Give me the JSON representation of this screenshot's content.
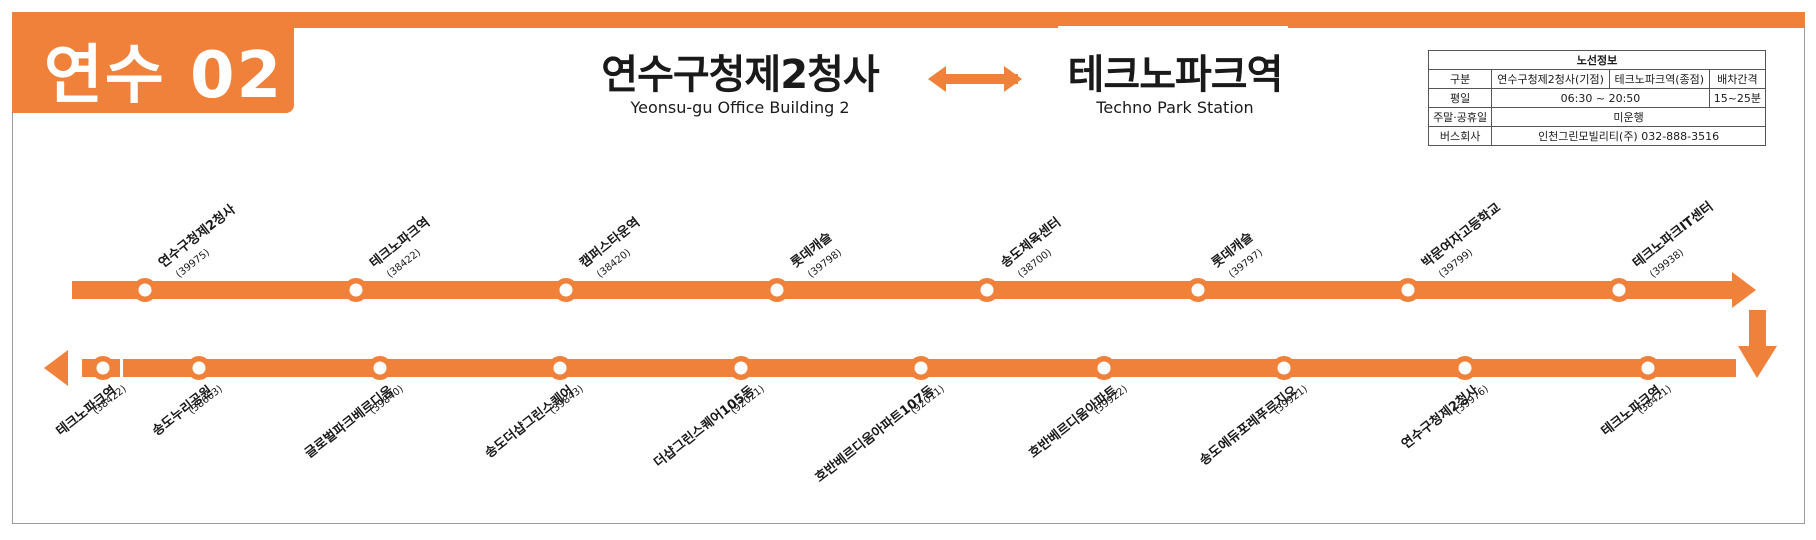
{
  "route": {
    "name": "연수 02"
  },
  "terminals": {
    "from_ko": "연수구청제2청사",
    "from_en": "Yeonsu-gu Office Building 2",
    "to_ko": "테크노파크역",
    "to_en": "Techno Park Station"
  },
  "info_table": {
    "title": "노선정보",
    "rows": [
      [
        "구분",
        "연수구청제2청사(기점)",
        "테크노파크역(종점)",
        "배차간격"
      ],
      [
        "평일",
        "06:30 ~ 20:50",
        "15~25분"
      ],
      [
        "주말·공휴일",
        "미운행"
      ],
      [
        "버스회사",
        "인천그린모빌리티(주) 032-888-3516"
      ]
    ]
  },
  "colors": {
    "accent": "#f0813a",
    "text": "#1a1a1a",
    "border": "#9a9a9a"
  },
  "icons": {
    "direction": "double-arrow-icon",
    "turn": "down-arrow-icon"
  },
  "stops_outbound": [
    {
      "name": "연수구청제2청사",
      "code": "(39975)"
    },
    {
      "name": "테크노파크역",
      "code": "(38422)"
    },
    {
      "name": "캠퍼스타운역",
      "code": "(38420)"
    },
    {
      "name": "롯데캐슬",
      "code": "(39798)"
    },
    {
      "name": "송도체육센터",
      "code": "(38700)"
    },
    {
      "name": "롯데캐슬",
      "code": "(39797)"
    },
    {
      "name": "박문여자고등학교",
      "code": "(39799)"
    },
    {
      "name": "테크노파크IT센터",
      "code": "(39938)"
    }
  ],
  "stops_inbound": [
    {
      "name": "테크노파크역",
      "code": "(38422)"
    },
    {
      "name": "송도누리공원",
      "code": "(38663)"
    },
    {
      "name": "글로벌파크베르디움",
      "code": "(39840)"
    },
    {
      "name": "송도더샵그린스퀘어",
      "code": "(39843)"
    },
    {
      "name": "더샵그린스퀘어105동",
      "code": "(92021)"
    },
    {
      "name": "호반베르디움아파트107동",
      "code": "(92011)"
    },
    {
      "name": "호반베르디움아파트",
      "code": "(39922)"
    },
    {
      "name": "송도에듀포레푸르지오",
      "code": "(39921)"
    },
    {
      "name": "연수구청제2청사",
      "code": "(39976)"
    },
    {
      "name": "테크노파크역",
      "code": "(38421)"
    }
  ]
}
